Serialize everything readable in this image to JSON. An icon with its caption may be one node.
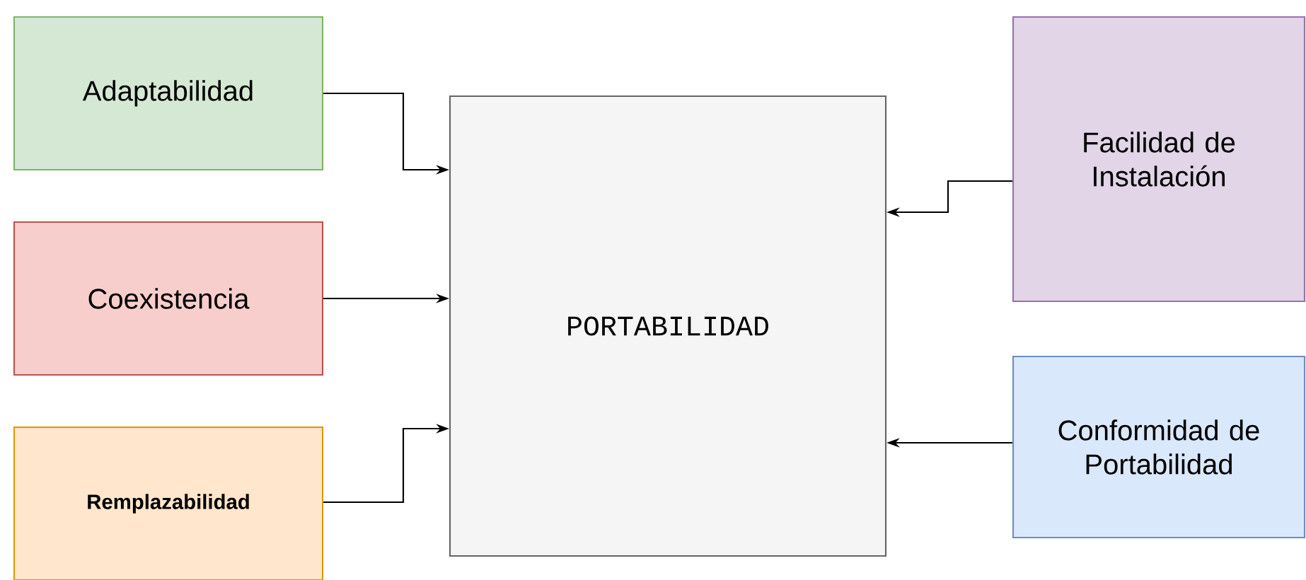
{
  "diagram": {
    "nodes": [
      {
        "text": [
          "Adaptabilidad"
        ]
      },
      {
        "text": [
          "Coexistencia"
        ]
      },
      {
        "text": [
          "Remplazabilidad"
        ]
      },
      {
        "text": [
          "PORTABILIDAD"
        ]
      },
      {
        "text": [
          "Facilidad de Instalación"
        ]
      },
      {
        "text": [
          "Conformidad de Portabilidad"
        ]
      }
    ],
    "edges": [
      {
        "from": 0,
        "to": 3,
        "arrow": "to"
      },
      {
        "from": 1,
        "to": 3,
        "arrow": "to"
      },
      {
        "from": 2,
        "to": 3,
        "arrow": "to"
      },
      {
        "from": 4,
        "to": 3,
        "arrow": "to"
      },
      {
        "from": 5,
        "to": 3,
        "arrow": "to"
      }
    ]
  }
}
